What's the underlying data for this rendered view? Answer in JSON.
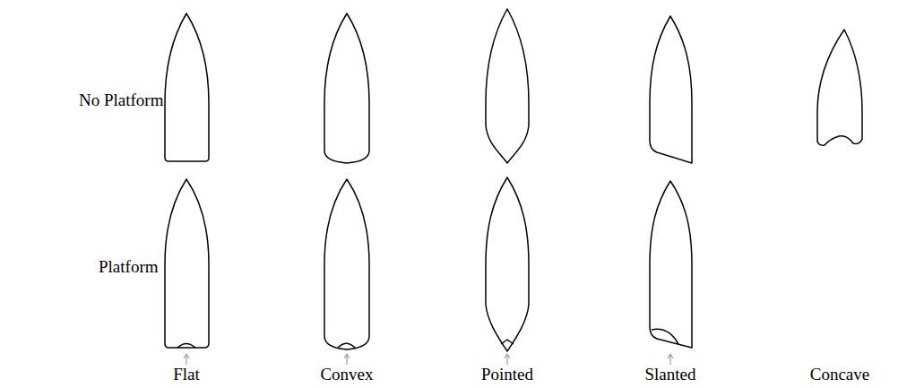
{
  "diagram": {
    "labels": [
      "No Platform",
      "Platform",
      "Flat",
      "Convex",
      "Pointed",
      "Slanted",
      "Concave"
    ]
  }
}
